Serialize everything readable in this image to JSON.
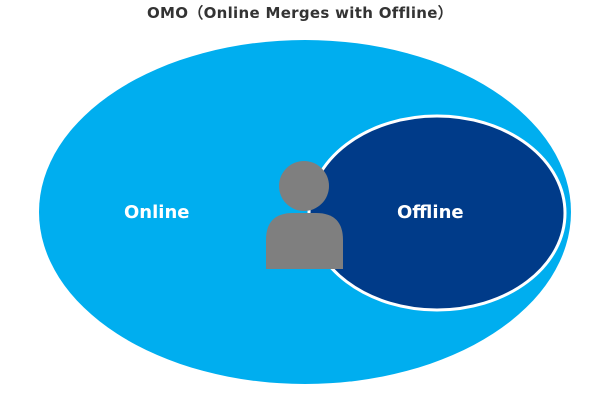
{
  "title": "OMO（Online Merges with Offline）",
  "labels": {
    "online": "Online",
    "offline": "Offline"
  },
  "colors": {
    "online": "#00AEEF",
    "offline": "#003B89",
    "offline_border": "#FFFFFF",
    "person": "#7F7F7F",
    "title_text": "#333333"
  },
  "icons": {
    "person": "person-icon"
  }
}
